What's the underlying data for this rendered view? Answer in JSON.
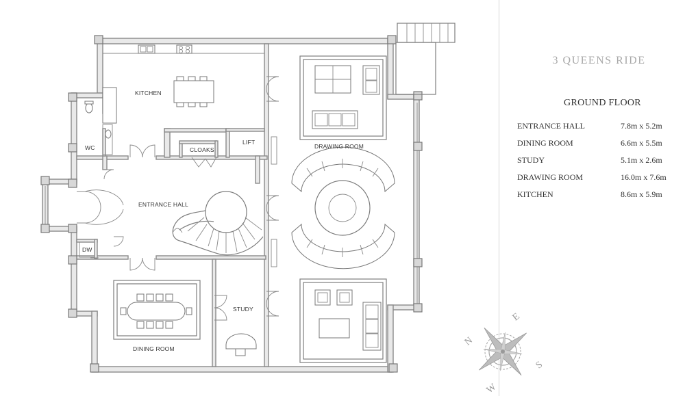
{
  "property_title": "3 QUEENS RIDE",
  "floor_name": "GROUND FLOOR",
  "room_labels": {
    "kitchen": "KITCHEN",
    "wc": "WC",
    "cloaks": "CLOAKS",
    "lift": "LIFT",
    "entrance_hall": "ENTRANCE HALL",
    "dw": "DW",
    "drawing_room": "DRAWING ROOM",
    "study": "STUDY",
    "dining_room": "DINING ROOM"
  },
  "dimensions": [
    {
      "room": "ENTRANCE HALL",
      "size": "7.8m x 5.2m"
    },
    {
      "room": "DINING ROOM",
      "size": "6.6m x 5.5m"
    },
    {
      "room": "STUDY",
      "size": "5.1m x 2.6m"
    },
    {
      "room": "DRAWING ROOM",
      "size": "16.0m x 7.6m"
    },
    {
      "room": "KITCHEN",
      "size": "8.6m x 5.9m"
    }
  ],
  "compass": {
    "n": "N",
    "e": "E",
    "s": "S",
    "w": "W"
  }
}
